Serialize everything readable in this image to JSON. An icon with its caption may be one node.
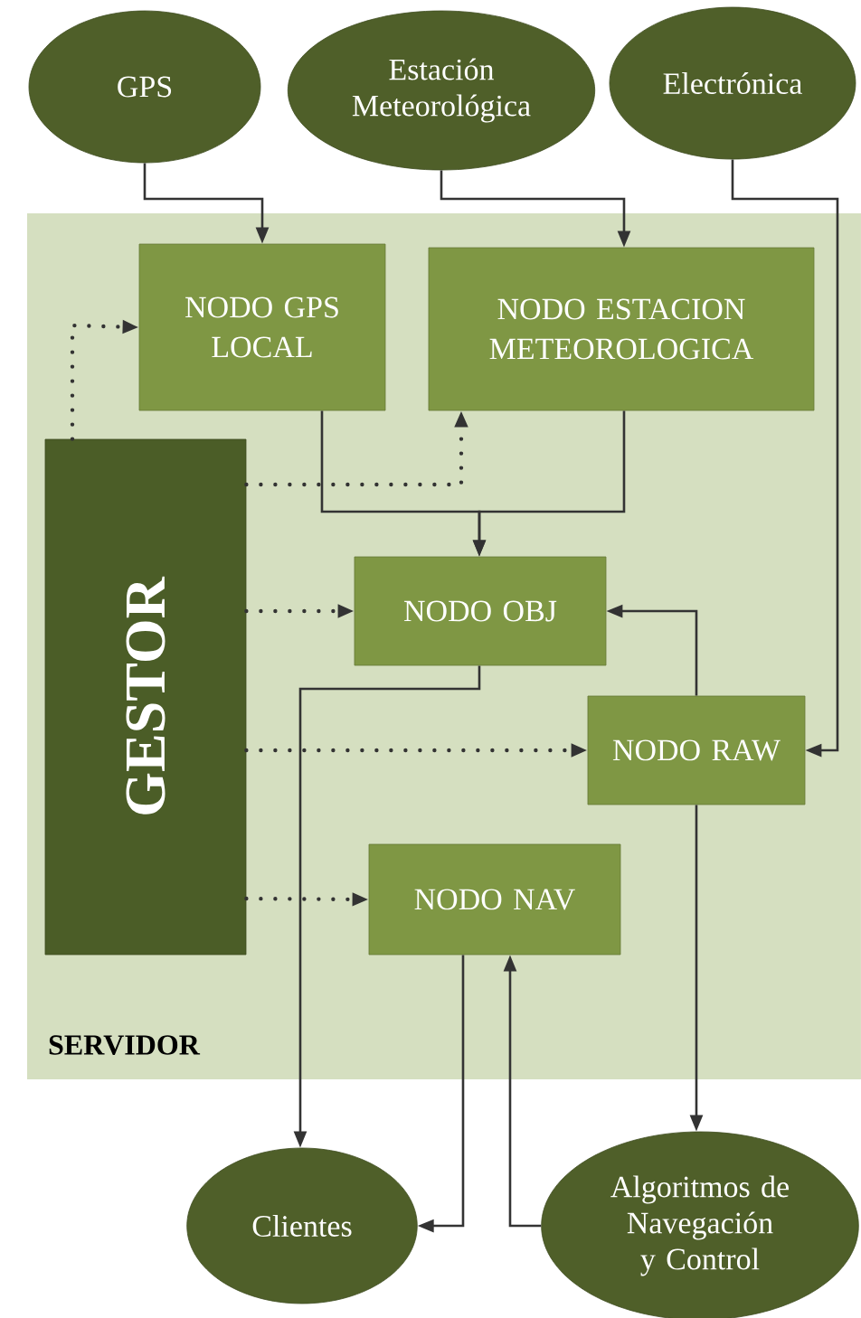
{
  "diagram": {
    "nodes": [
      {
        "text": [
          "GPS"
        ]
      },
      {
        "text": [
          "Estación Meteorológica"
        ]
      },
      {
        "text": [
          "Electrónica"
        ]
      },
      {
        "text": [
          "SERVIDOR"
        ]
      },
      {
        "text": [
          "NODO GPS LOCAL"
        ],
        "in": 3
      },
      {
        "text": [
          "NODO ESTACION METEOROLOGICA"
        ],
        "in": 3
      },
      {
        "text": [
          "GESTOR"
        ],
        "in": 3
      },
      {
        "text": [
          "NODO OBJ"
        ],
        "in": 3
      },
      {
        "text": [
          "NODO RAW"
        ],
        "in": 3
      },
      {
        "text": [
          "NODO NAV"
        ],
        "in": 3
      },
      {
        "text": [
          "Clientes"
        ]
      },
      {
        "text": [
          "Algoritmos de Navegación y Control"
        ]
      }
    ],
    "edges": [
      {
        "from": 0,
        "to": 4,
        "arrow": "to"
      },
      {
        "from": 1,
        "to": 5,
        "arrow": "to"
      },
      {
        "from": 2,
        "to": 8,
        "arrow": "to"
      },
      {
        "from": 4,
        "to": 7,
        "arrow": "to"
      },
      {
        "from": 5,
        "to": 7,
        "arrow": "to"
      },
      {
        "from": 8,
        "to": 7,
        "arrow": "to"
      },
      {
        "from": 7,
        "to": 10,
        "arrow": "to"
      },
      {
        "from": 9,
        "to": 10,
        "arrow": "to"
      },
      {
        "from": 11,
        "to": 9,
        "arrow": "to"
      },
      {
        "from": 8,
        "to": 11,
        "arrow": "to"
      },
      {
        "from": 6,
        "to": 4,
        "arrow": "to",
        "style": "dashed"
      },
      {
        "from": 6,
        "to": 5,
        "arrow": "to",
        "style": "dashed"
      },
      {
        "from": 6,
        "to": 7,
        "arrow": "to",
        "style": "dashed"
      },
      {
        "from": 6,
        "to": 8,
        "arrow": "to",
        "style": "dashed"
      },
      {
        "from": 6,
        "to": 9,
        "arrow": "to",
        "style": "dashed"
      }
    ]
  }
}
